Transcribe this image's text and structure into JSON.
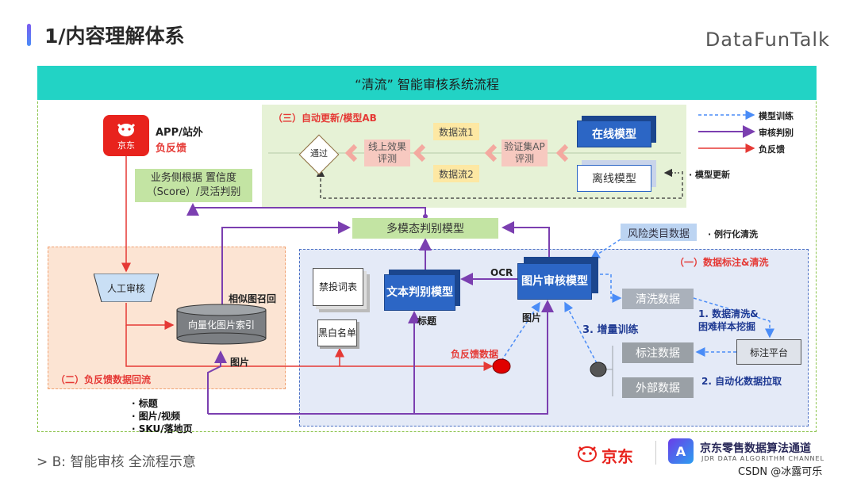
{
  "slide": {
    "title": "1/内容理解体系",
    "brand": "DataFunTalk",
    "header": "“清流” 智能审核系统流程",
    "caption": "> B: 智能审核 全流程示意"
  },
  "legend": {
    "items": [
      {
        "label": "模型训练",
        "color": "#4a8cf7"
      },
      {
        "label": "审核判别",
        "color": "#7b3fb0"
      },
      {
        "label": "负反馈",
        "color": "#e53935"
      }
    ],
    "model_update": "模型更新",
    "routine_clean": "例行化清洗"
  },
  "app": {
    "logo_text": "京东",
    "line1": "APP/站外",
    "line2": "负反馈"
  },
  "business_box": {
    "line1": "业务侧根据 置信度",
    "line2": "（Score）/灵活判别"
  },
  "region3": {
    "title": "（三）自动更新/模型AB",
    "gate": "通过",
    "online_eval": "线上效果评测",
    "stream1": "数据流1",
    "stream2": "数据流2",
    "val_set": "验证集AP评测",
    "online_model": "在线模型",
    "offline_model": "离线模型"
  },
  "multimodal": "多模态判别模型",
  "risk_box": "风险类目数据",
  "region2": {
    "title": "（二）负反馈数据回流",
    "manual_review": "人工审核",
    "vector_index": "向量化图片索引",
    "similar_recall": "相似图召回",
    "image_label": "图片"
  },
  "region1": {
    "title": "（一）数据标注&清洗",
    "banned_words": "禁投词表",
    "blackwhite": "黑白名单",
    "text_model": "文本判别模型",
    "ocr": "OCR",
    "image_model": "图片审核模型",
    "title_label": "标题",
    "image_label": "图片",
    "negative_data": "负反馈数据",
    "incremental": "3. 增量训练",
    "clean_data": "清洗数据",
    "step1_line1": "1. 数据清洗&",
    "step1_line2": "困难样本挖掘",
    "labeled_data": "标注数据",
    "external_data": "外部数据",
    "label_platform": "标注平台",
    "step2": "2. 自动化数据拉取"
  },
  "inputs": [
    "标题",
    "图片/视频",
    "SKU/落地页"
  ],
  "footer": {
    "jd": "京东",
    "channel_cn": "京东零售数据算法通道",
    "channel_en": "JDR DATA ALGORITHM CHANNEL",
    "watermark": "CSDN @冰露可乐"
  }
}
